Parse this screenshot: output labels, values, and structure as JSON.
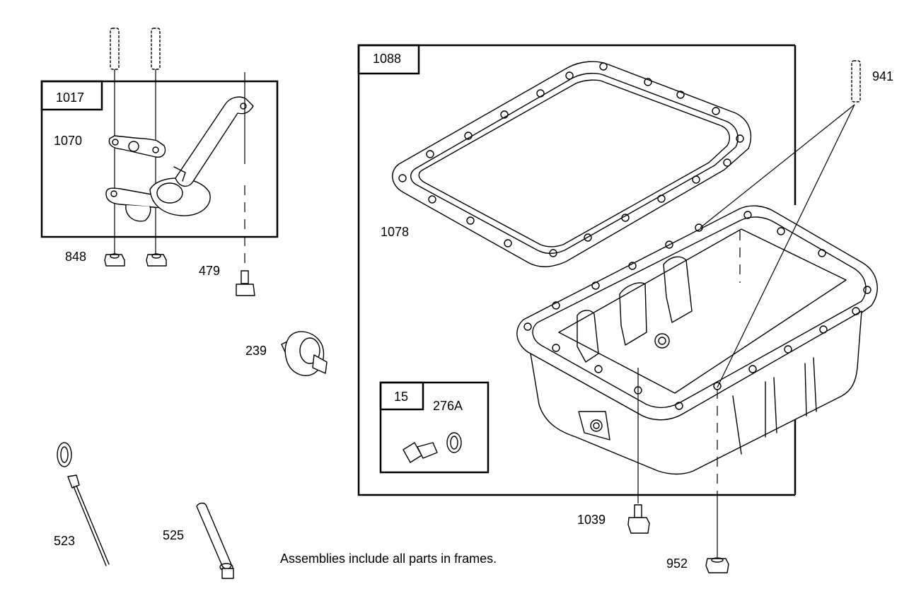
{
  "frames": {
    "oil_pickup": "1017",
    "oil_pan": "1088",
    "drain_kit": "15"
  },
  "parts": {
    "p941": "941",
    "p1070": "1070",
    "p1078": "1078",
    "p848": "848",
    "p479": "479",
    "p239": "239",
    "p276a": "276A",
    "p1039": "1039",
    "p952": "952",
    "p523": "523",
    "p525": "525"
  },
  "note": "Assemblies include all parts in frames."
}
